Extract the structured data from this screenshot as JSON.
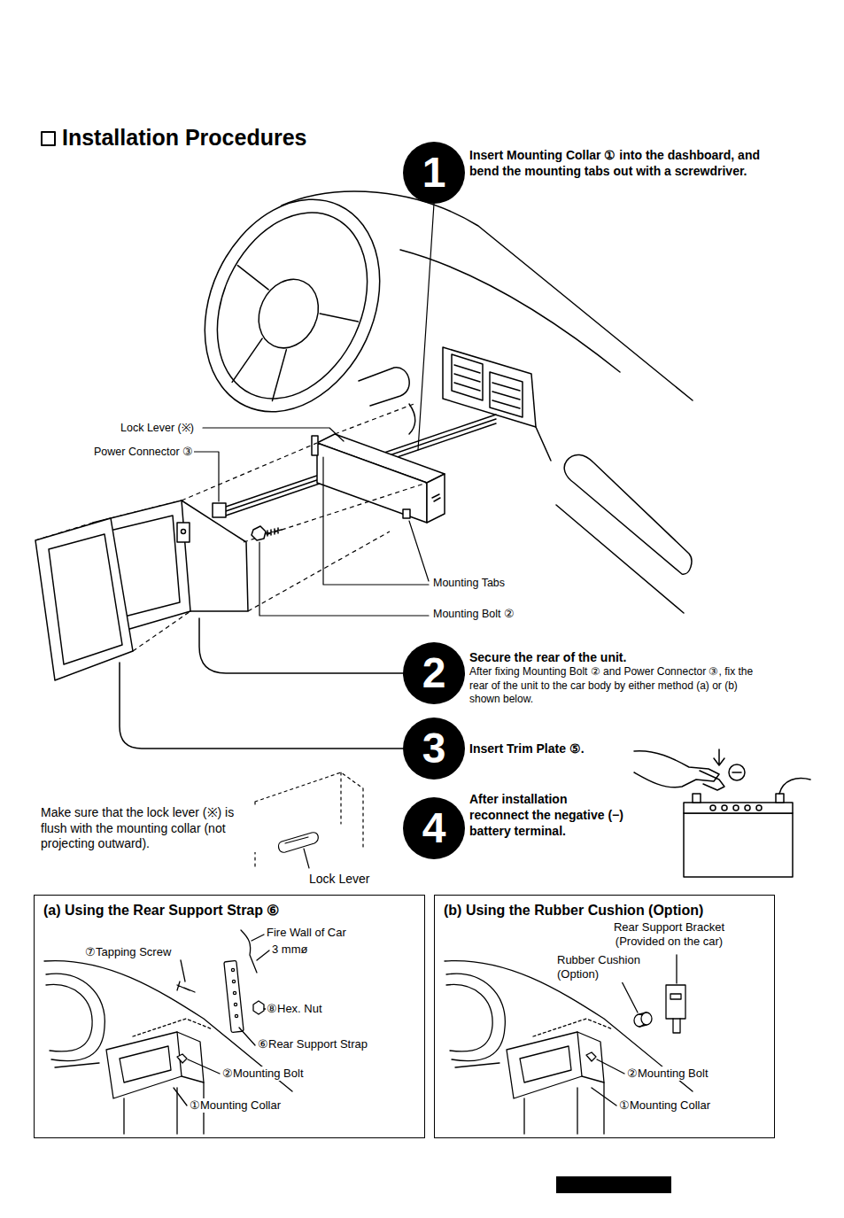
{
  "diagram": {
    "title": "Installation Procedures",
    "nodes": [
      {
        "text": [
          "1",
          "Insert Mounting Collar ① into the dashboard, and bend the mounting tabs out with a screwdriver."
        ]
      },
      {
        "text": [
          "2",
          "Secure the rear of the unit.",
          "After fixing Mounting Bolt ② and Power Connector ③, fix the rear of the unit to the car body by either method (a) or (b) shown below."
        ]
      },
      {
        "text": [
          "3",
          "Insert Trim Plate ⑤."
        ]
      },
      {
        "text": [
          "4",
          "After installation reconnect the negative (−) battery terminal."
        ]
      },
      {
        "text": [
          "(a) Using the Rear Support Strap ⑥"
        ]
      },
      {
        "text": [
          "(b) Using the Rubber Cushion (Option)"
        ]
      }
    ],
    "labels": [
      "Lock Lever (※)",
      "Power Connector ③",
      "Mounting Tabs",
      "Mounting Bolt ②",
      "Make sure that the lock lever (※) is flush with the mounting collar (not projecting outward).",
      "Lock Lever",
      "Fire Wall of Car",
      "3 mmø",
      "⑦Tapping Screw",
      "⑧Hex. Nut",
      "⑥Rear Support Strap",
      "②Mounting Bolt",
      "①Mounting Collar",
      "Rear Support Bracket (Provided on the car)",
      "Rubber Cushion (Option)",
      "②Mounting Bolt",
      "①Mounting Collar"
    ]
  }
}
